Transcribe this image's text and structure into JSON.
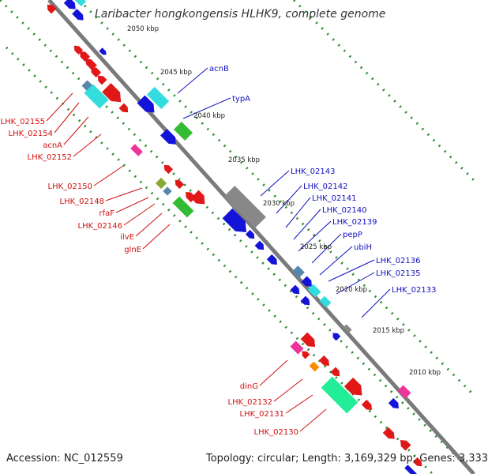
{
  "title": "Laribacter hongkongensis HLHK9, complete genome",
  "footer": {
    "accession": "Accession: NC_012559",
    "topology": "Topology: circular; Length: 3,169,329 bp; Genes: 3,333"
  },
  "colors": {
    "backbone": "#7a7a7a",
    "tick_dots": "#2f8a2f",
    "forward_label": "#1010c0",
    "reverse_label": "#d01010",
    "red_gene": "#e01818",
    "blue_gene": "#1414d8",
    "cyan_gene": "#33dddd",
    "green_gene": "#33bb33",
    "gray_gene": "#888888",
    "pink_gene": "#ee3399",
    "orange_gene": "#ff8800",
    "teal_gene": "#22ee99",
    "olive_gene": "#88aa33",
    "steel_gene": "#5588aa"
  },
  "kbp_ticks": [
    "2050 kbp",
    "2045 kbp",
    "2040 kbp",
    "2035 kbp",
    "2030 kbp",
    "2025 kbp",
    "2020 kbp",
    "2015 kbp",
    "2010 kbp"
  ],
  "forward_labels": [
    "acnB",
    "typA",
    "LHK_02143",
    "LHK_02142",
    "LHK_02141",
    "LHK_02140",
    "LHK_02139",
    "pepP",
    "ubiH",
    "LHK_02136",
    "LHK_02135",
    "LHK_02133"
  ],
  "reverse_labels": [
    "LHK_02155",
    "LHK_02154",
    "acnA",
    "LHK_02152",
    "LHK_02150",
    "LHK_02148",
    "rfaF",
    "LHK_02146",
    "ilvE",
    "glnE",
    "dinG",
    "LHK_02132",
    "LHK_02131",
    "LHK_02130"
  ]
}
